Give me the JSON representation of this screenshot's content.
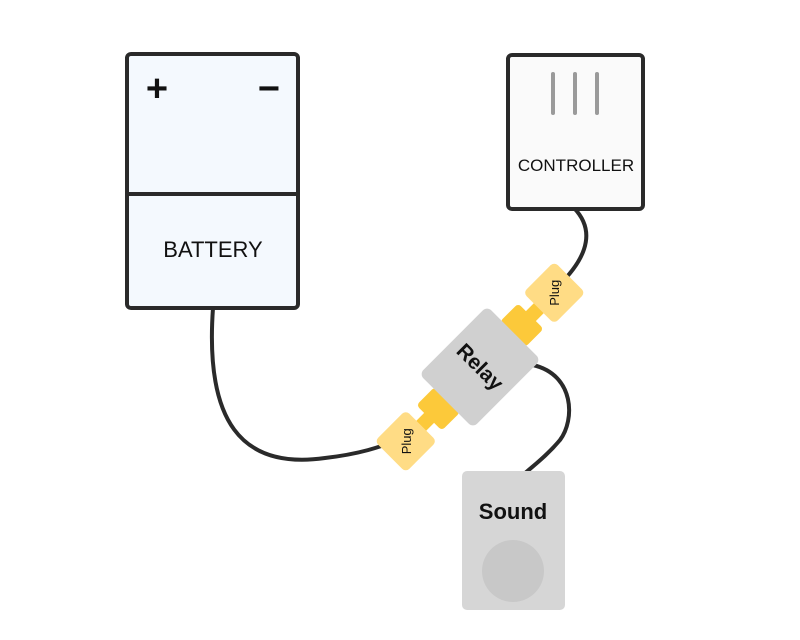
{
  "diagram": {
    "battery": {
      "label": "BATTERY",
      "plus_symbol": "+",
      "minus_symbol": "−"
    },
    "controller": {
      "label": "CONTROLLER"
    },
    "relay": {
      "label": "Relay"
    },
    "plug_left": {
      "label": "Plug"
    },
    "plug_right": {
      "label": "Plug"
    },
    "sound": {
      "label": "Sound"
    }
  },
  "colors": {
    "wire": "#2a2a2a",
    "battery_fill": "#f4f9fe",
    "controller_fill": "#fafafa",
    "relay_fill": "#d0d0d0",
    "sound_fill": "#d6d6d6",
    "connector_dark": "#fcc93a",
    "plug_fill": "#ffdc85"
  }
}
